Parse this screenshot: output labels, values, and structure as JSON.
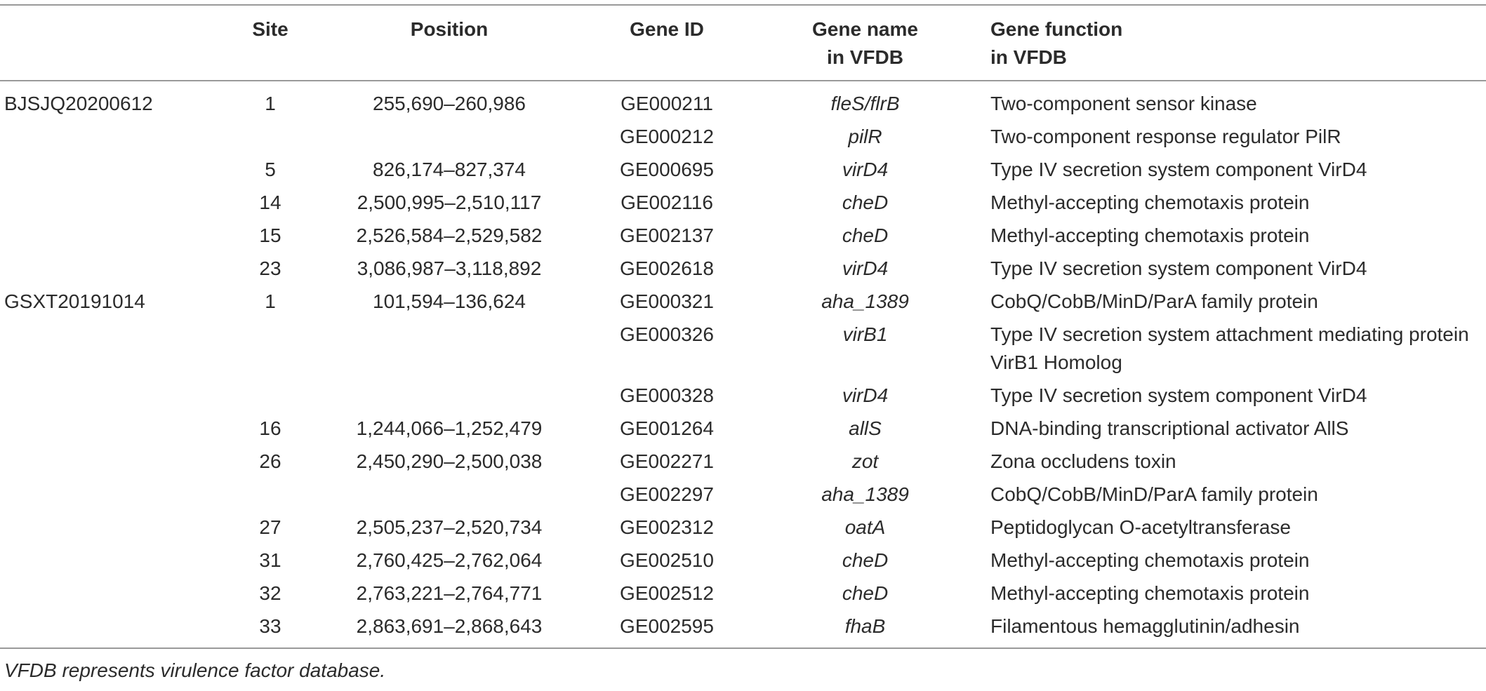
{
  "table": {
    "headers": {
      "strain": "",
      "site": "Site",
      "position": "Position",
      "gene_id": "Gene ID",
      "gene_name_l1": "Gene name",
      "gene_name_l2": "in VFDB",
      "gene_function_l1": "Gene function",
      "gene_function_l2": "in VFDB"
    },
    "rows": [
      {
        "strain": "BJSJQ20200612",
        "site": "1",
        "position": "255,690–260,986",
        "gene_id": "GE000211",
        "gene_name": "fleS/flrB",
        "function": "Two-component sensor kinase"
      },
      {
        "strain": "",
        "site": "",
        "position": "",
        "gene_id": "GE000212",
        "gene_name": "pilR",
        "function": "Two-component response regulator PilR"
      },
      {
        "strain": "",
        "site": "5",
        "position": "826,174–827,374",
        "gene_id": "GE000695",
        "gene_name": "virD4",
        "function": "Type IV secretion system component VirD4"
      },
      {
        "strain": "",
        "site": "14",
        "position": "2,500,995–2,510,117",
        "gene_id": "GE002116",
        "gene_name": "cheD",
        "function": "Methyl-accepting chemotaxis protein"
      },
      {
        "strain": "",
        "site": "15",
        "position": "2,526,584–2,529,582",
        "gene_id": "GE002137",
        "gene_name": "cheD",
        "function": "Methyl-accepting chemotaxis protein"
      },
      {
        "strain": "",
        "site": "23",
        "position": "3,086,987–3,118,892",
        "gene_id": "GE002618",
        "gene_name": "virD4",
        "function": "Type IV secretion system component VirD4"
      },
      {
        "strain": "GSXT20191014",
        "site": "1",
        "position": "101,594–136,624",
        "gene_id": "GE000321",
        "gene_name": "aha_1389",
        "function": "CobQ/CobB/MinD/ParA family protein"
      },
      {
        "strain": "",
        "site": "",
        "position": "",
        "gene_id": "GE000326",
        "gene_name": "virB1",
        "function": "Type IV secretion system attachment mediating protein VirB1 Homolog"
      },
      {
        "strain": "",
        "site": "",
        "position": "",
        "gene_id": "GE000328",
        "gene_name": "virD4",
        "function": "Type IV secretion system component VirD4"
      },
      {
        "strain": "",
        "site": "16",
        "position": "1,244,066–1,252,479",
        "gene_id": "GE001264",
        "gene_name": "allS",
        "function": "DNA-binding transcriptional activator AllS"
      },
      {
        "strain": "",
        "site": "26",
        "position": "2,450,290–2,500,038",
        "gene_id": "GE002271",
        "gene_name": "zot",
        "function": "Zona occludens toxin"
      },
      {
        "strain": "",
        "site": "",
        "position": "",
        "gene_id": "GE002297",
        "gene_name": "aha_1389",
        "function": "CobQ/CobB/MinD/ParA family protein"
      },
      {
        "strain": "",
        "site": "27",
        "position": "2,505,237–2,520,734",
        "gene_id": "GE002312",
        "gene_name": "oatA",
        "function": "Peptidoglycan O-acetyltransferase"
      },
      {
        "strain": "",
        "site": "31",
        "position": "2,760,425–2,762,064",
        "gene_id": "GE002510",
        "gene_name": "cheD",
        "function": "Methyl-accepting chemotaxis protein"
      },
      {
        "strain": "",
        "site": "32",
        "position": "2,763,221–2,764,771",
        "gene_id": "GE002512",
        "gene_name": "cheD",
        "function": "Methyl-accepting chemotaxis protein"
      },
      {
        "strain": "",
        "site": "33",
        "position": "2,863,691–2,868,643",
        "gene_id": "GE002595",
        "gene_name": "fhaB",
        "function": "Filamentous hemagglutinin/adhesin"
      }
    ]
  },
  "footnote": "VFDB represents virulence factor database."
}
